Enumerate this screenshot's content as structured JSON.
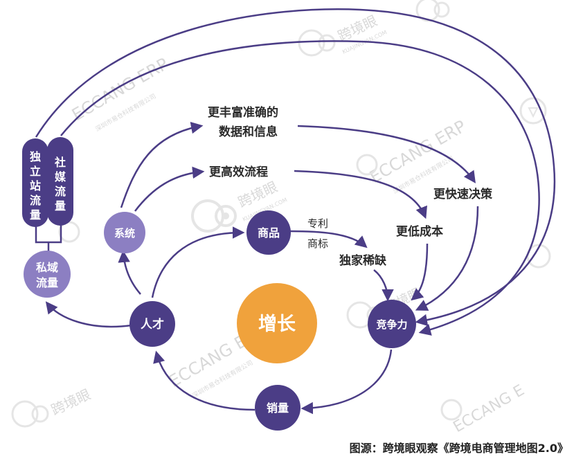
{
  "colors": {
    "dark": "#4b3d86",
    "light": "#8c7fc2",
    "orange": "#f0a23c",
    "arrow": "#4b3d86",
    "label": "#2a2a2a"
  },
  "nodes": {
    "growth": "增长",
    "talent": "人才",
    "product": "商品",
    "competitiveness": "竞争力",
    "sales": "销量",
    "system": "系统",
    "private_traffic": [
      "私域",
      "流量"
    ],
    "standalone_site_traffic": [
      "独",
      "立",
      "站",
      "流",
      "量"
    ],
    "social_media_traffic": [
      "社",
      "媒",
      "流",
      "量"
    ]
  },
  "labels": {
    "richer_data_line1": "更丰富准确的",
    "richer_data_line2": "数据和信息",
    "efficient_process": "更高效流程",
    "faster_decision": "更快速决策",
    "lower_cost": "更低成本",
    "patent": "专利",
    "trademark": "商标",
    "exclusive_scarce": "独家稀缺"
  },
  "watermark": {
    "brand_cn": "跨境眼",
    "brand_en": "ECCANG ERP",
    "brand_en_alt": "ECCANG E",
    "sub_cn": "深圳市易仓科技有限公司",
    "site": "KUAJINGYAN.COM"
  },
  "caption": "图源：跨境眼观察《跨境电商管理地图2.0》"
}
